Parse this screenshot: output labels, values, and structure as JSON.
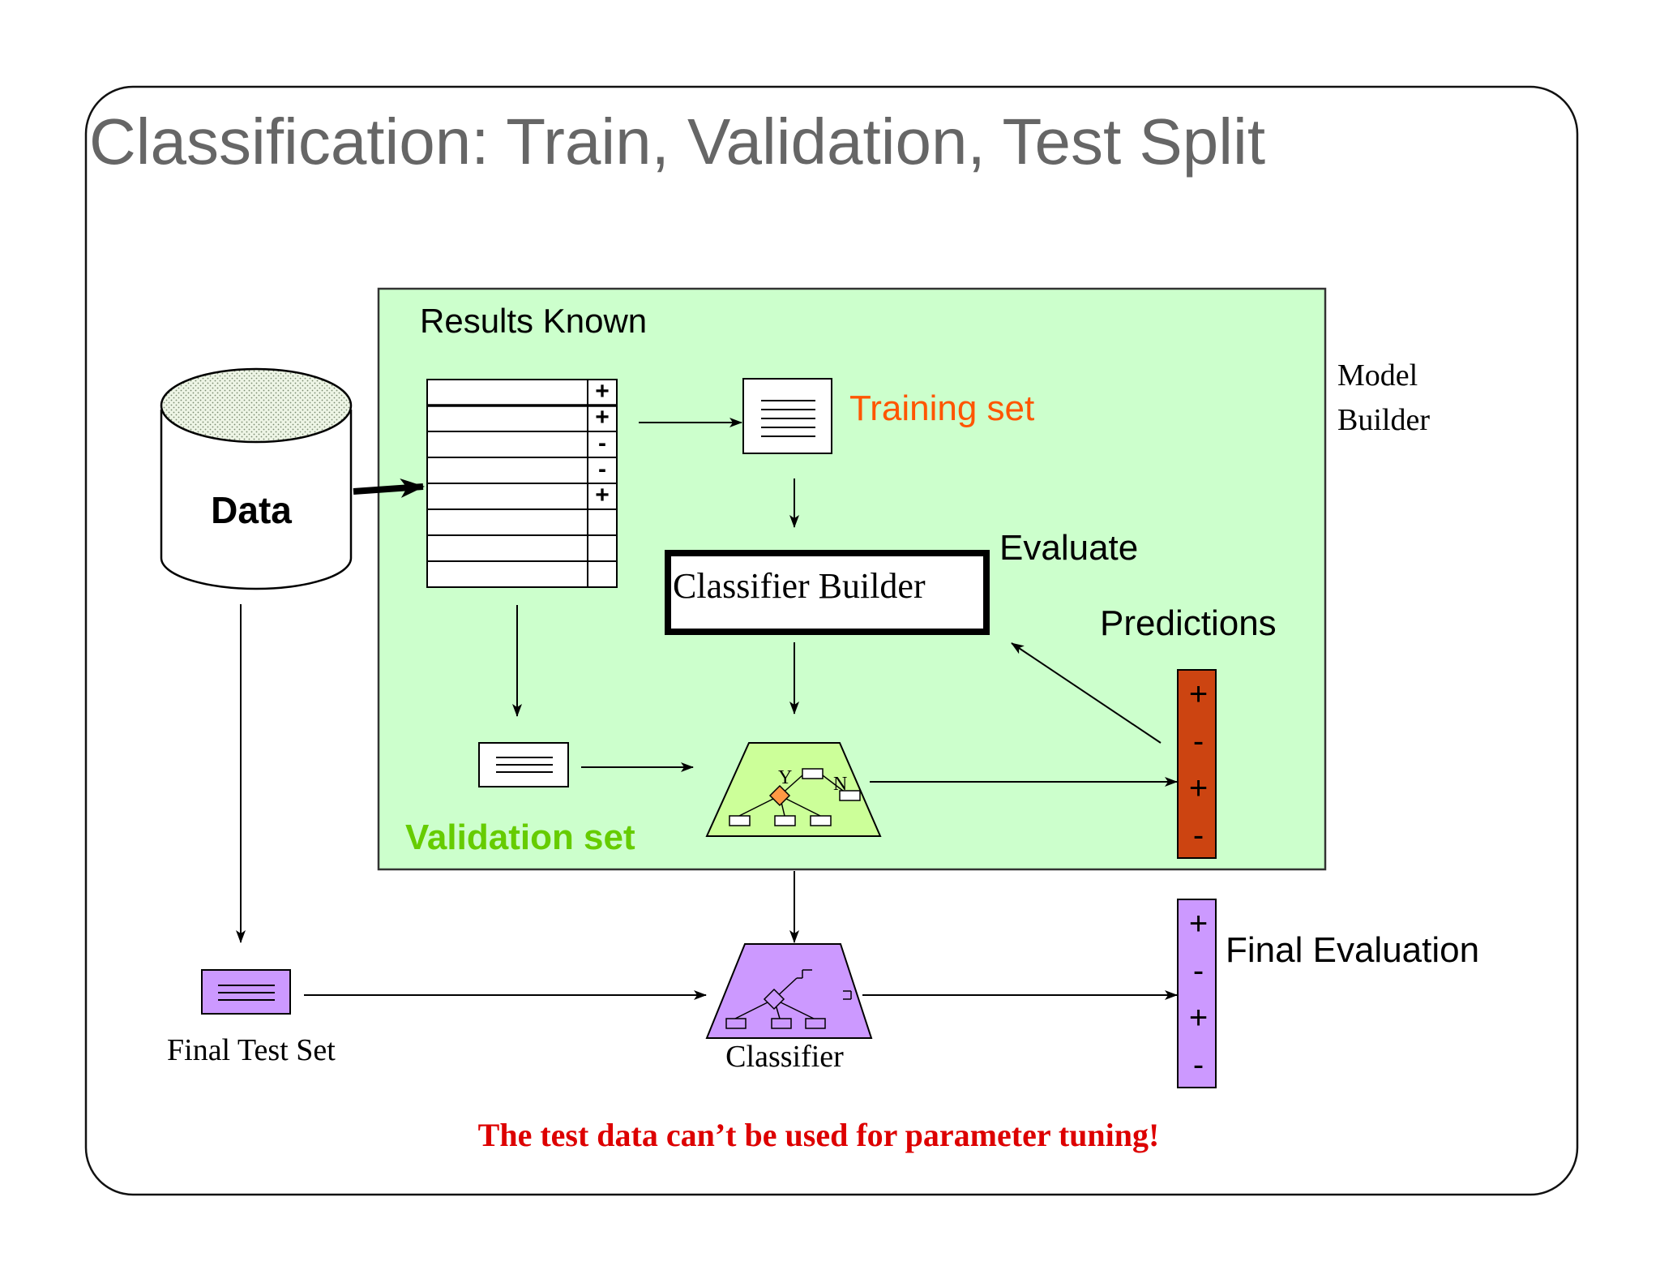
{
  "slide": {
    "title": "Classification: Train, Validation, Test Split",
    "warning": "The test data can’t be used for parameter tuning!"
  },
  "labels": {
    "results_known": "Results Known",
    "data": "Data",
    "training_set": "Training set",
    "model_builder_line1": "Model",
    "model_builder_line2": "Builder",
    "evaluate": "Evaluate",
    "classifier_builder": "Classifier Builder",
    "predictions": "Predictions",
    "validation_set": "Validation set",
    "final_test_set": "Final Test Set",
    "classifier": "Classifier",
    "final_evaluation": "Final Evaluation",
    "tree_yes": "Y",
    "tree_no": "N"
  },
  "data_table": {
    "row_signs": [
      "+",
      "+",
      "-",
      "-",
      "+",
      "",
      "",
      ""
    ]
  },
  "predictions_signs": [
    "+",
    "-",
    "+",
    "-"
  ],
  "final_evaluation_signs": [
    "+",
    "-",
    "+",
    "-"
  ],
  "colors": {
    "title": "#666666",
    "model_builder_bg": "#ccffcc",
    "training_set_text": "#ff5500",
    "validation_set_text": "#66cc00",
    "predictions_bar": "#cc4411",
    "test_purple": "#cc99ff",
    "tree_green": "#ccff99",
    "tree_diamond": "#ff9944",
    "warning_text": "#dd0000"
  }
}
